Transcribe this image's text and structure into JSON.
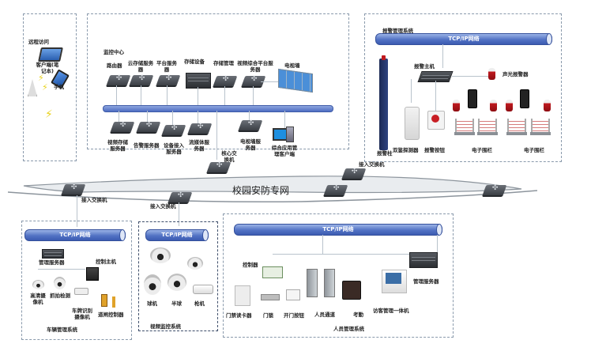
{
  "diagram": {
    "title": "校园安防专网",
    "remote_access": {
      "title": "远程访问",
      "devices": [
        "客户端(笔记本)",
        "手机"
      ]
    },
    "monitoring_center": {
      "title": "监控中心",
      "top_row": [
        "路由器",
        "云存储服务器",
        "平台服务器",
        "存储设备",
        "存储管理",
        "视频综合平台服务器",
        "电视墙"
      ],
      "bottom_row": [
        "视频存储服务器",
        "告警服务器",
        "设备接入服务器",
        "流媒体服务器",
        "电视墙服务器",
        "综合应用管理客户端"
      ]
    },
    "core_switch": "核心交换机",
    "access_switch": "接入交换机",
    "alarm_system": {
      "title": "报警管理系统",
      "bus": "TCP/IP网络",
      "host": "报警主机",
      "siren": "声光报警器",
      "devices": [
        "报警柱",
        "双鉴探测器",
        "报警按钮",
        "电子围栏",
        "电子围栏"
      ]
    },
    "vehicle_system": {
      "title": "车辆管理系统",
      "bus": "TCP/IP网络",
      "devices": [
        "管理服务器",
        "控制主机",
        "高清摄像机",
        "抓拍检测",
        "车牌识别摄像机",
        "道闸控制器"
      ]
    },
    "video_system": {
      "title": "视频监控系统",
      "bus": "TCP/IP网络",
      "devices": [
        "球机",
        "半球",
        "枪机"
      ]
    },
    "personnel_system": {
      "title": "人员管理系统",
      "bus": "TCP/IP网络",
      "controller": "控制器",
      "devices": [
        "门禁读卡器",
        "门锁",
        "开门按钮",
        "人员通道",
        "考勤",
        "访客管理一体机",
        "管理服务器"
      ]
    }
  }
}
